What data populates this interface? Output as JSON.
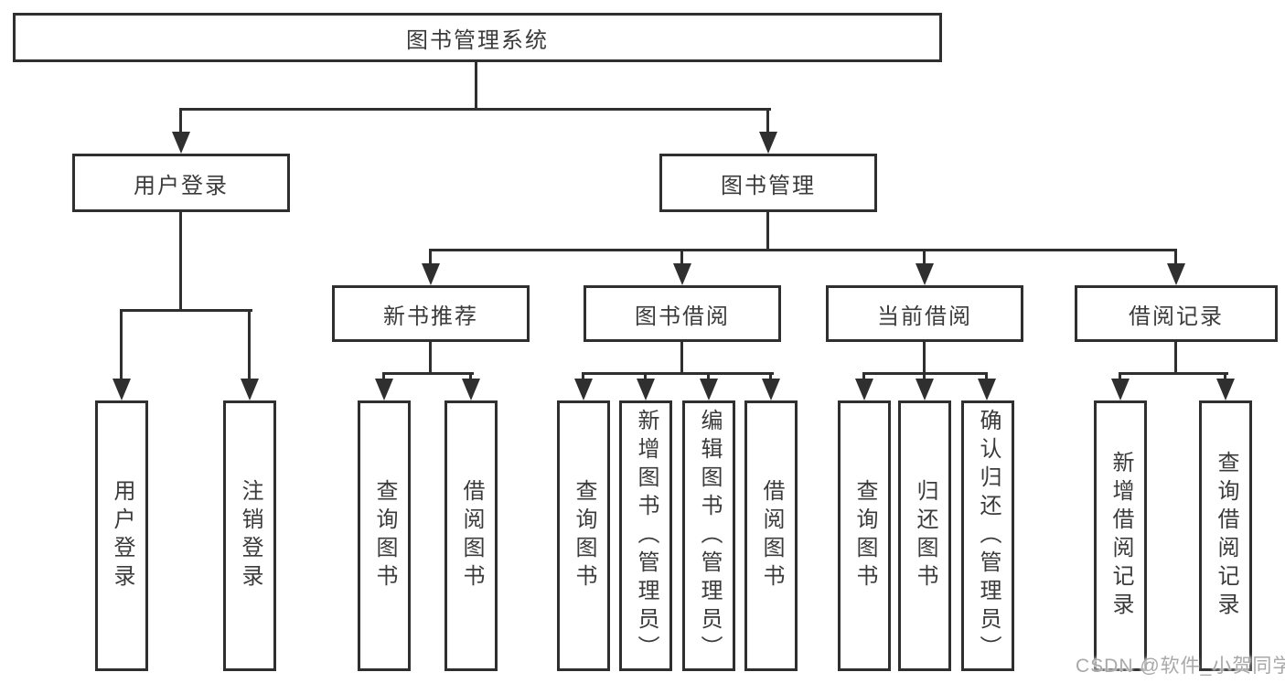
{
  "tree": {
    "root": {
      "label": "图书管理系统"
    },
    "branches": [
      {
        "label": "用户登录",
        "children": [
          {
            "label": "用户登录"
          },
          {
            "label": "注销登录"
          }
        ]
      },
      {
        "label": "图书管理",
        "children": [
          {
            "label": "新书推荐",
            "children": [
              {
                "label": "查询图书"
              },
              {
                "label": "借阅图书"
              }
            ]
          },
          {
            "label": "图书借阅",
            "children": [
              {
                "label": "查询图书"
              },
              {
                "label": "新增图书（管理员）"
              },
              {
                "label": "编辑图书（管理员）"
              },
              {
                "label": "借阅图书"
              }
            ]
          },
          {
            "label": "当前借阅",
            "children": [
              {
                "label": "查询图书"
              },
              {
                "label": "归还图书"
              },
              {
                "label": "确认归还（管理员）"
              }
            ]
          },
          {
            "label": "借阅记录",
            "children": [
              {
                "label": "新增借阅记录"
              },
              {
                "label": "查询借阅记录"
              }
            ]
          }
        ]
      }
    ]
  },
  "watermark": "CSDN @软件_小贺同学",
  "colors": {
    "line": "#2f2f2f",
    "text": "#3b3b3b",
    "background": "#ffffff",
    "watermark": "#a8a8a8"
  }
}
